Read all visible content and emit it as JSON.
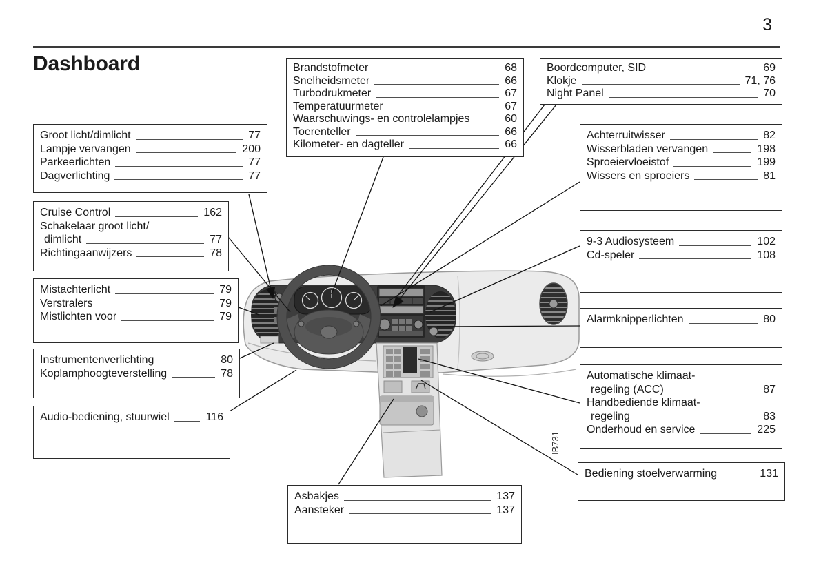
{
  "page": {
    "number": "3",
    "title": "Dashboard"
  },
  "figure": {
    "code": "IB731"
  },
  "boxes": {
    "instruments": {
      "rows": [
        {
          "label": "Brandstofmeter",
          "page": "68"
        },
        {
          "label": "Snelheidsmeter",
          "page": "66"
        },
        {
          "label": "Turbodrukmeter",
          "page": "67"
        },
        {
          "label": "Temperatuurmeter",
          "page": "67"
        },
        {
          "label": "Waarschuwings- en controlelampjes",
          "page": "60"
        },
        {
          "label": "Toerenteller",
          "page": "66"
        },
        {
          "label": "Kilometer- en dagteller",
          "page": "66"
        }
      ]
    },
    "computer": {
      "rows": [
        {
          "label": "Boordcomputer, SID",
          "page": "69"
        },
        {
          "label": "Klokje",
          "page": "71, 76"
        },
        {
          "label": "Night Panel",
          "page": "70"
        }
      ]
    },
    "wipers": {
      "rows": [
        {
          "label": "Achterruitwisser",
          "page": "82"
        },
        {
          "label": "Wisserbladen vervangen",
          "page": "198"
        },
        {
          "label": "Sproeiervloeistof",
          "page": "199"
        },
        {
          "label": "Wissers en sproeiers",
          "page": "81"
        }
      ]
    },
    "audio_system": {
      "rows": [
        {
          "label": "9-3 Audiosysteem",
          "page": "102"
        },
        {
          "label": "Cd-speler",
          "page": "108"
        }
      ]
    },
    "hazard": {
      "rows": [
        {
          "label": "Alarmknipperlichten",
          "page": "80"
        }
      ]
    },
    "climate": {
      "rows": [
        {
          "label": "Automatische klimaat-",
          "page": ""
        },
        {
          "label": "regeling (ACC)",
          "page": "87"
        },
        {
          "label": "Handbediende klimaat-",
          "page": ""
        },
        {
          "label": "regeling",
          "page": "83"
        },
        {
          "label": "Onderhoud en service",
          "page": "225"
        }
      ]
    },
    "seat_heating": {
      "rows": [
        {
          "label": "Bediening stoelverwarming",
          "page": "131"
        }
      ]
    },
    "lights": {
      "rows": [
        {
          "label": "Groot licht/dimlicht",
          "page": "77"
        },
        {
          "label": "Lampje vervangen",
          "page": "200"
        },
        {
          "label": "Parkeerlichten",
          "page": "77"
        },
        {
          "label": "Dagverlichting",
          "page": "77"
        }
      ]
    },
    "cruise": {
      "rows": [
        {
          "label": "Cruise Control",
          "page": "162"
        },
        {
          "label": "Schakelaar groot licht/",
          "page": ""
        },
        {
          "label": "dimlicht",
          "page": "77"
        },
        {
          "label": "Richtingaanwijzers",
          "page": "78"
        }
      ]
    },
    "fog": {
      "rows": [
        {
          "label": "Mistachterlicht",
          "page": "79"
        },
        {
          "label": "Verstralers",
          "page": "79"
        },
        {
          "label": "Mistlichten voor",
          "page": "79"
        }
      ]
    },
    "panel_lighting": {
      "rows": [
        {
          "label": "Instrumentenverlichting",
          "page": "80"
        },
        {
          "label": "Koplamphoogteverstelling",
          "page": "78"
        }
      ]
    },
    "wheel_audio": {
      "rows": [
        {
          "label": "Audio-bediening, stuurwiel",
          "page": "116"
        }
      ]
    },
    "ashtray": {
      "rows": [
        {
          "label": "Asbakjes",
          "page": "137"
        },
        {
          "label": "Aansteker",
          "page": "137"
        }
      ]
    }
  }
}
